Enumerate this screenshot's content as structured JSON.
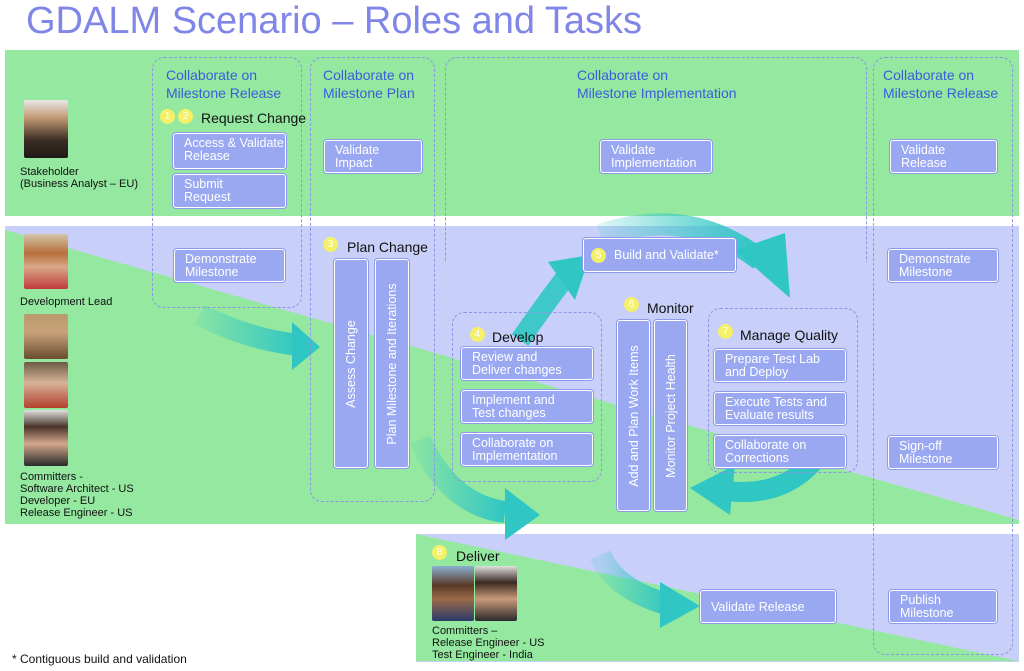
{
  "title": "GDALM Scenario – Roles and Tasks",
  "columns": {
    "c1": "Collaborate on\nMilestone Release",
    "c2": "Collaborate on\nMilestone Plan",
    "c3": "Collaborate on\nMilestone Implementation",
    "c4": "Collaborate on\nMilestone Release"
  },
  "phases": {
    "request_change": {
      "badges": [
        "1",
        "2"
      ],
      "label": "Request Change"
    },
    "plan_change": {
      "badge": "3",
      "label": "Plan Change"
    },
    "develop": {
      "badge": "4",
      "label": "Develop"
    },
    "build_validate": {
      "badge": "5",
      "label": "Build and  Validate*"
    },
    "monitor": {
      "badge": "6",
      "label": "Monitor"
    },
    "manage_quality": {
      "badge": "7",
      "label": "Manage Quality"
    },
    "deliver": {
      "badge": "8",
      "label": "Deliver"
    }
  },
  "tasks": {
    "access_validate_release": "Access & Validate\nRelease",
    "submit_request": "Submit\nRequest",
    "validate_impact": "Validate\nImpact",
    "validate_implementation": "Validate\nImplementation",
    "validate_release_top": "Validate\nRelease",
    "demonstrate_milestone_left": "Demonstrate\nMilestone",
    "demonstrate_milestone_right": "Demonstrate\nMilestone",
    "assess_change": "Assess Change",
    "plan_milestone_iterations": "Plan Milestone and Iterations",
    "review_deliver_changes": "Review and\nDeliver changes",
    "implement_test_changes": "Implement and\nTest changes",
    "collaborate_implementation": "Collaborate on\nImplementation",
    "add_plan_work_items": "Add and Plan Work Items",
    "monitor_project_health": "Monitor Project Health",
    "prepare_test_lab": "Prepare Test Lab\nand Deploy",
    "execute_tests": "Execute Tests and\nEvaluate results",
    "collaborate_corrections": "Collaborate on\nCorrections",
    "sign_off_milestone": "Sign-off\nMilestone",
    "validate_release_bottom": "Validate Release",
    "publish_milestone": "Publish\nMilestone"
  },
  "roles": {
    "stakeholder": "Stakeholder\n(Business Analyst – EU)",
    "dev_lead": "Development Lead",
    "committers": "Committers -\nSoftware Architect - US\nDeveloper - EU\nRelease Engineer - US",
    "deliver_committers": "Committers –\nRelease Engineer - US\nTest Engineer - India"
  },
  "footnote": "* Contiguous build and validation",
  "colors": {
    "green_band": "#94e8a0",
    "blue_band": "#c8cff8",
    "task_box": "#9aa8f2",
    "arrow": "#2fc6c4",
    "heading": "#3c5cdc",
    "title": "#7f86e8",
    "badge": "#f5f06a"
  }
}
